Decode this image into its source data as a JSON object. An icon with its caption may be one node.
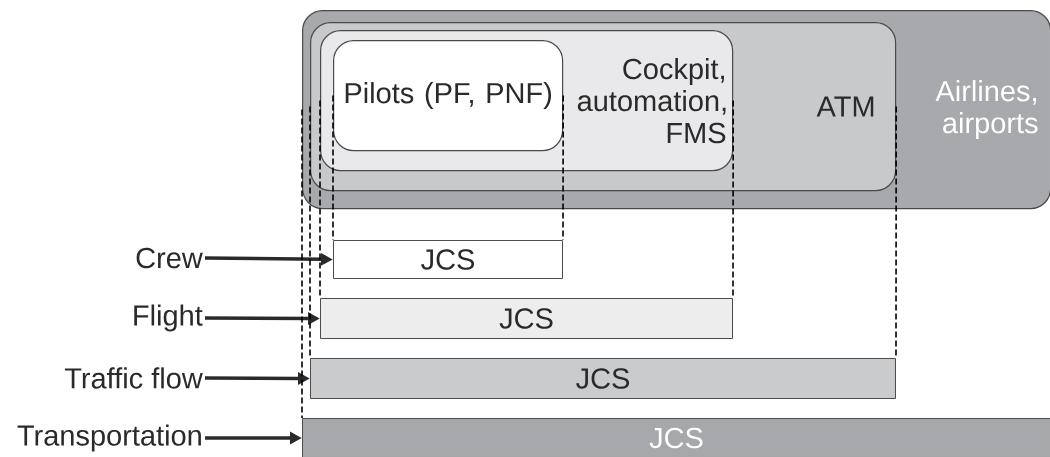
{
  "diagram": {
    "nodes": [
      {
        "text": [
          "Airlines, airports"
        ]
      },
      {
        "text": [
          "ATM"
        ],
        "in": 0
      },
      {
        "text": [
          "Cockpit, automation, FMS"
        ],
        "in": 1
      },
      {
        "text": [
          "Pilots (PF, PNF)"
        ],
        "in": 2
      },
      {
        "text": [
          "Crew"
        ]
      },
      {
        "text": [
          "JCS"
        ]
      },
      {
        "text": [
          "Flight"
        ]
      },
      {
        "text": [
          "JCS"
        ]
      },
      {
        "text": [
          "Traffic flow"
        ]
      },
      {
        "text": [
          "JCS"
        ]
      },
      {
        "text": [
          "Transportation"
        ]
      },
      {
        "text": [
          "JCS"
        ]
      }
    ],
    "edges": [
      {
        "from": 4,
        "to": 5,
        "arrow": "to",
        "style": "thick"
      },
      {
        "from": 6,
        "to": 7,
        "arrow": "to",
        "style": "thick"
      },
      {
        "from": 8,
        "to": 9,
        "arrow": "to",
        "style": "thick"
      },
      {
        "from": 10,
        "to": 11,
        "arrow": "to",
        "style": "thick"
      },
      {
        "from": 3,
        "to": 5,
        "arrow": "none",
        "style": "dashed"
      },
      {
        "from": 3,
        "to": 5,
        "arrow": "none",
        "style": "dashed"
      },
      {
        "from": 2,
        "to": 7,
        "arrow": "none",
        "style": "dashed"
      },
      {
        "from": 2,
        "to": 7,
        "arrow": "none",
        "style": "dashed"
      },
      {
        "from": 1,
        "to": 9,
        "arrow": "none",
        "style": "dashed"
      },
      {
        "from": 1,
        "to": 9,
        "arrow": "none",
        "style": "dashed"
      },
      {
        "from": 0,
        "to": 11,
        "arrow": "none",
        "style": "dashed"
      }
    ]
  }
}
